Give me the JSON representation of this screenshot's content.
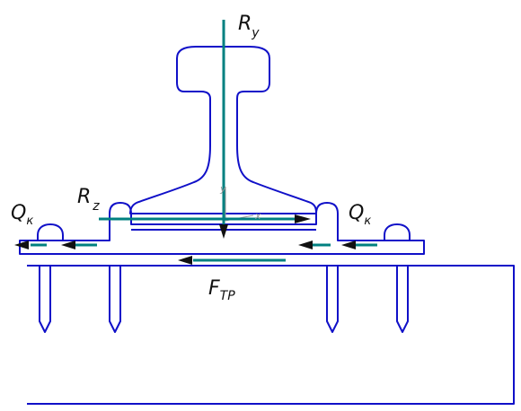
{
  "labels": {
    "ry_main": "R",
    "ry_sub": "y",
    "rz_main": "R",
    "rz_sub": "z",
    "qk_left_main": "Q",
    "qk_left_sub": "к",
    "qk_right_main": "Q",
    "qk_right_sub": "к",
    "ftr_main": "F",
    "ftr_sub": "ТР",
    "axis_y": "y",
    "axis_x": "x"
  },
  "colors": {
    "outline": "#1010c8",
    "force": "#008080",
    "arrowhead": "#111111",
    "axis": "#9a9a9a"
  }
}
